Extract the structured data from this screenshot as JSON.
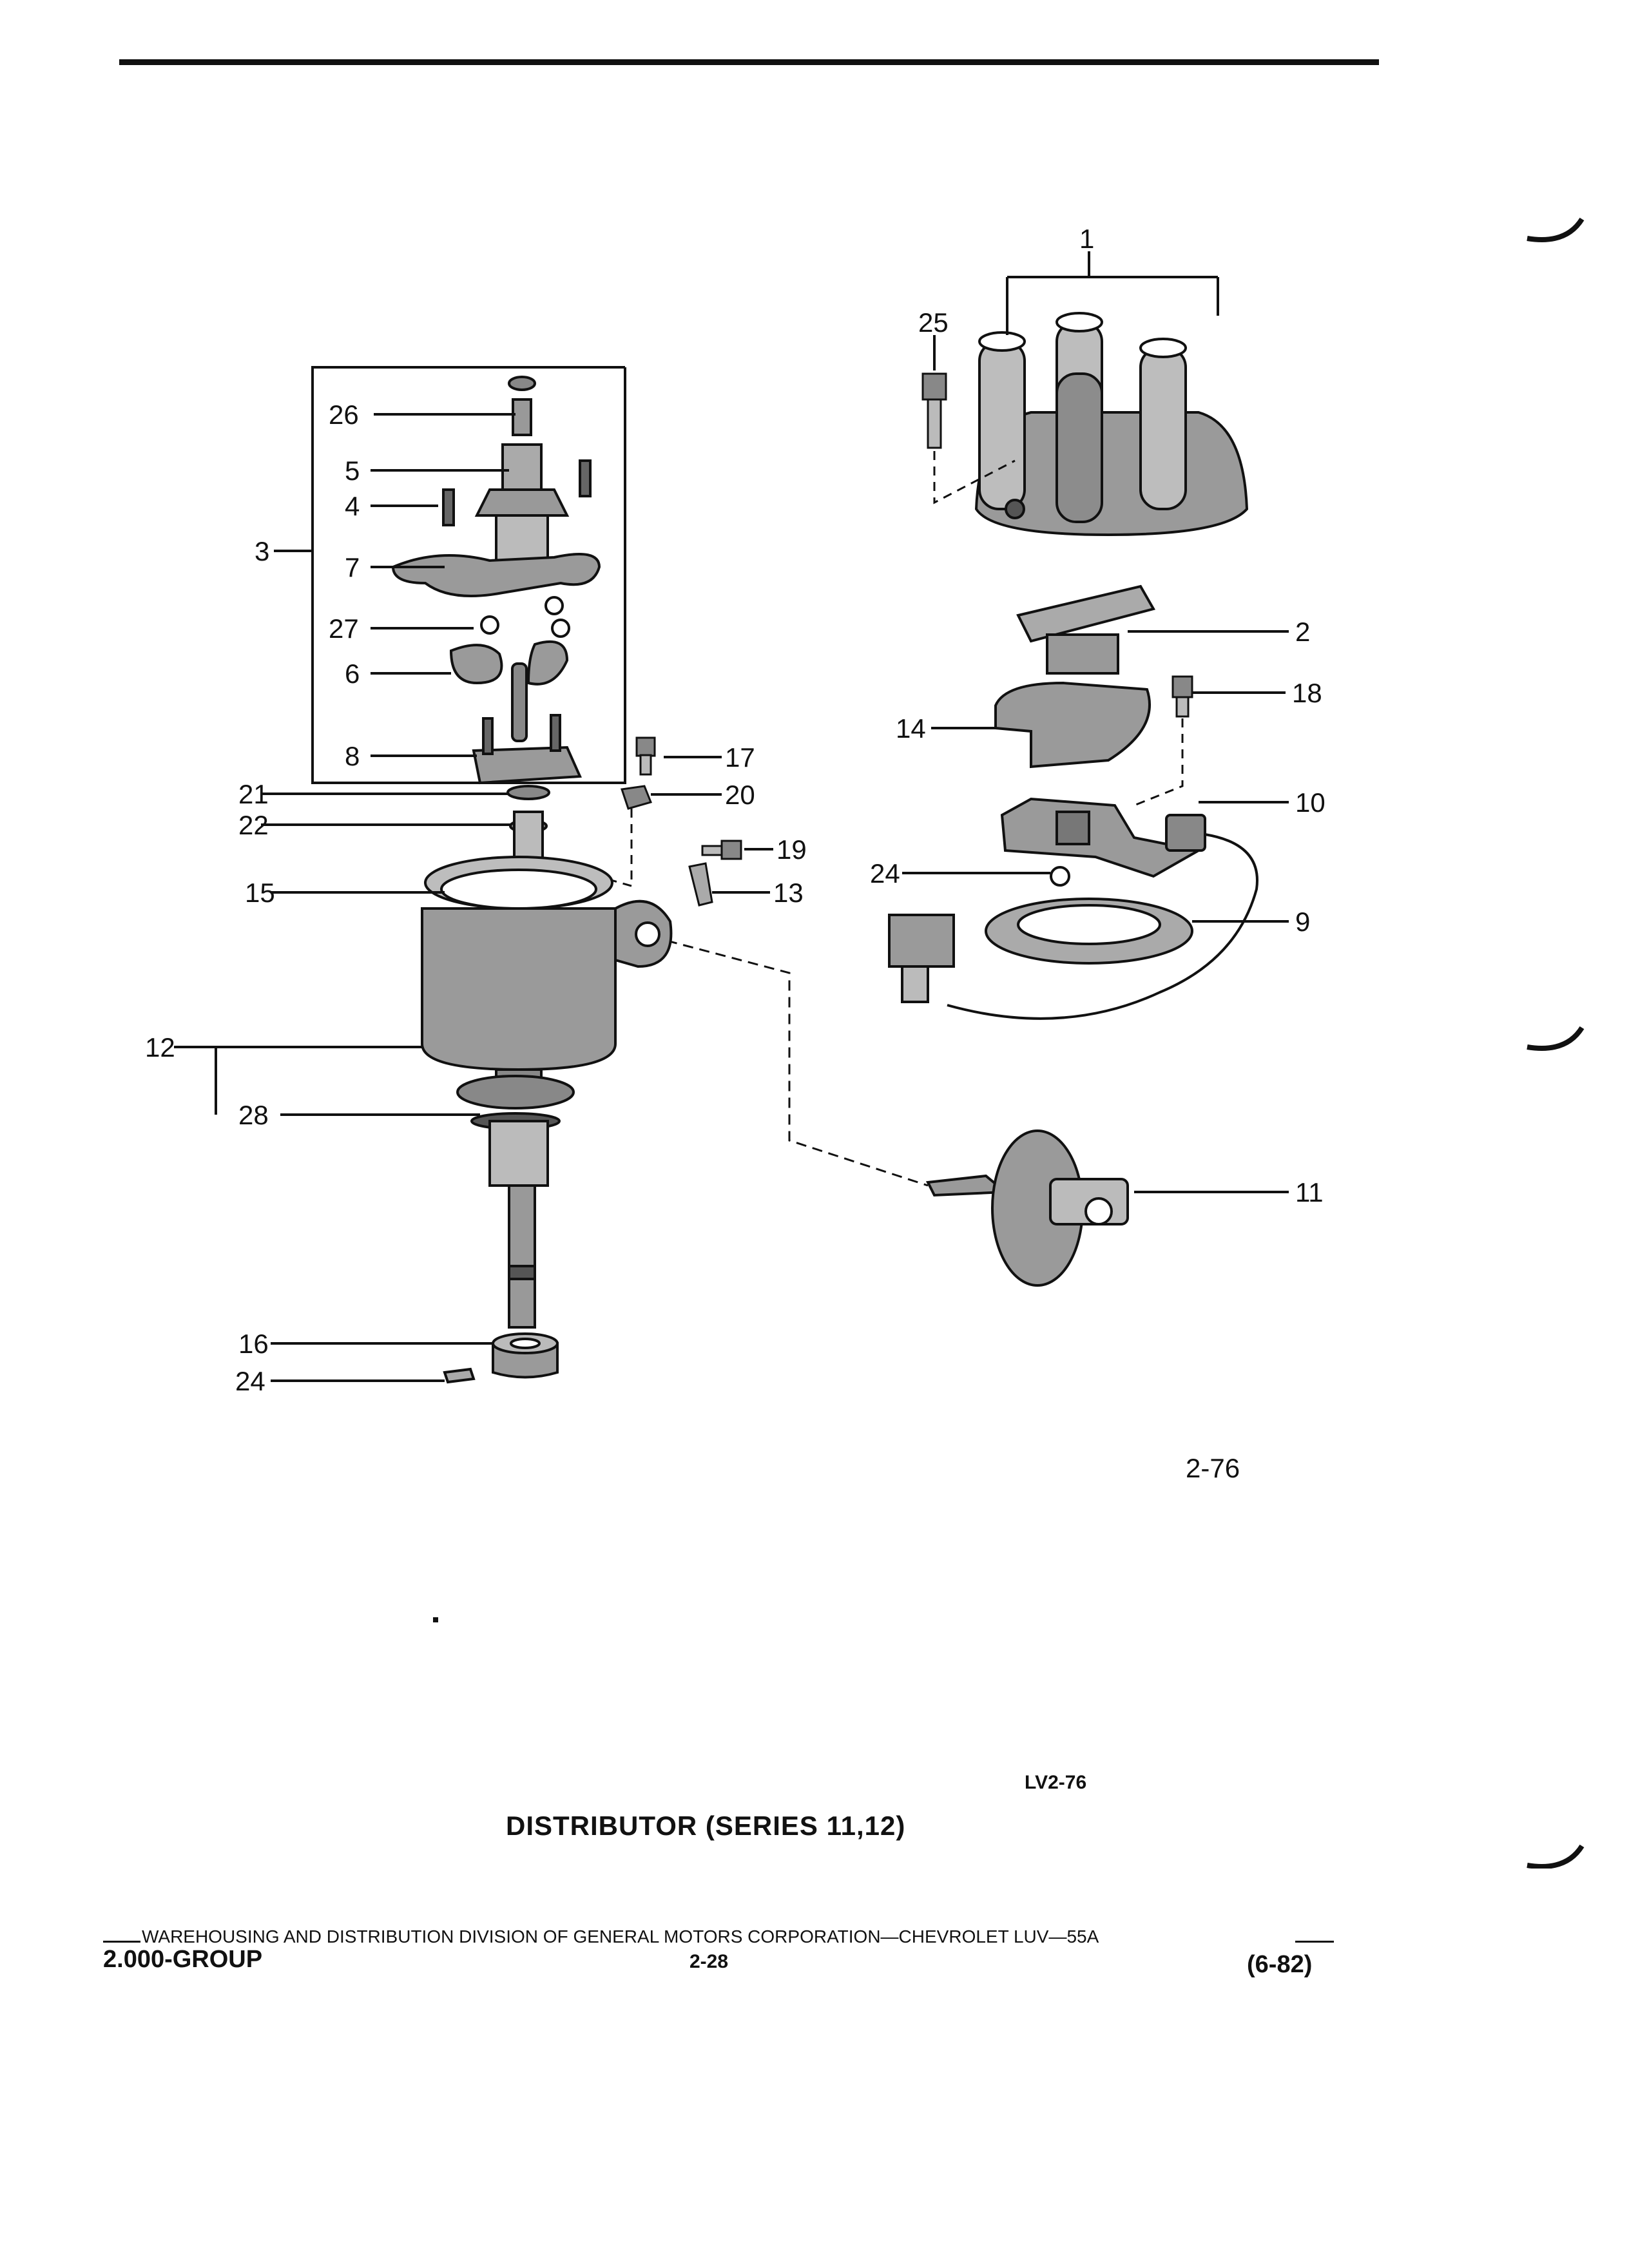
{
  "document": {
    "figure_number": "2-76",
    "figure_code": "LV2-76",
    "title": "DISTRIBUTOR (SERIES 11,12)",
    "footer": {
      "division_line": "WAREHOUSING AND DISTRIBUTION  DIVISION OF GENERAL MOTORS CORPORATION—CHEVROLET LUV—55A",
      "group": "2.000-GROUP",
      "page": "2-28",
      "date": "(6-82)"
    }
  },
  "callouts": {
    "c1": "1",
    "c2": "2",
    "c3": "3",
    "c4": "4",
    "c5": "5",
    "c6": "6",
    "c7": "7",
    "c8": "8",
    "c9": "9",
    "c10": "10",
    "c11": "11",
    "c12": "12",
    "c13": "13",
    "c14": "14",
    "c15": "15",
    "c16": "16",
    "c17": "17",
    "c18": "18",
    "c19": "19",
    "c20": "20",
    "c21": "21",
    "c22": "22",
    "c24a": "24",
    "c24b": "24",
    "c25": "25",
    "c26": "26",
    "c27": "27",
    "c28": "28"
  },
  "colors": {
    "ink": "#111111",
    "part_fill": "#9a9a9a",
    "part_dark": "#555555",
    "paper": "#ffffff"
  }
}
